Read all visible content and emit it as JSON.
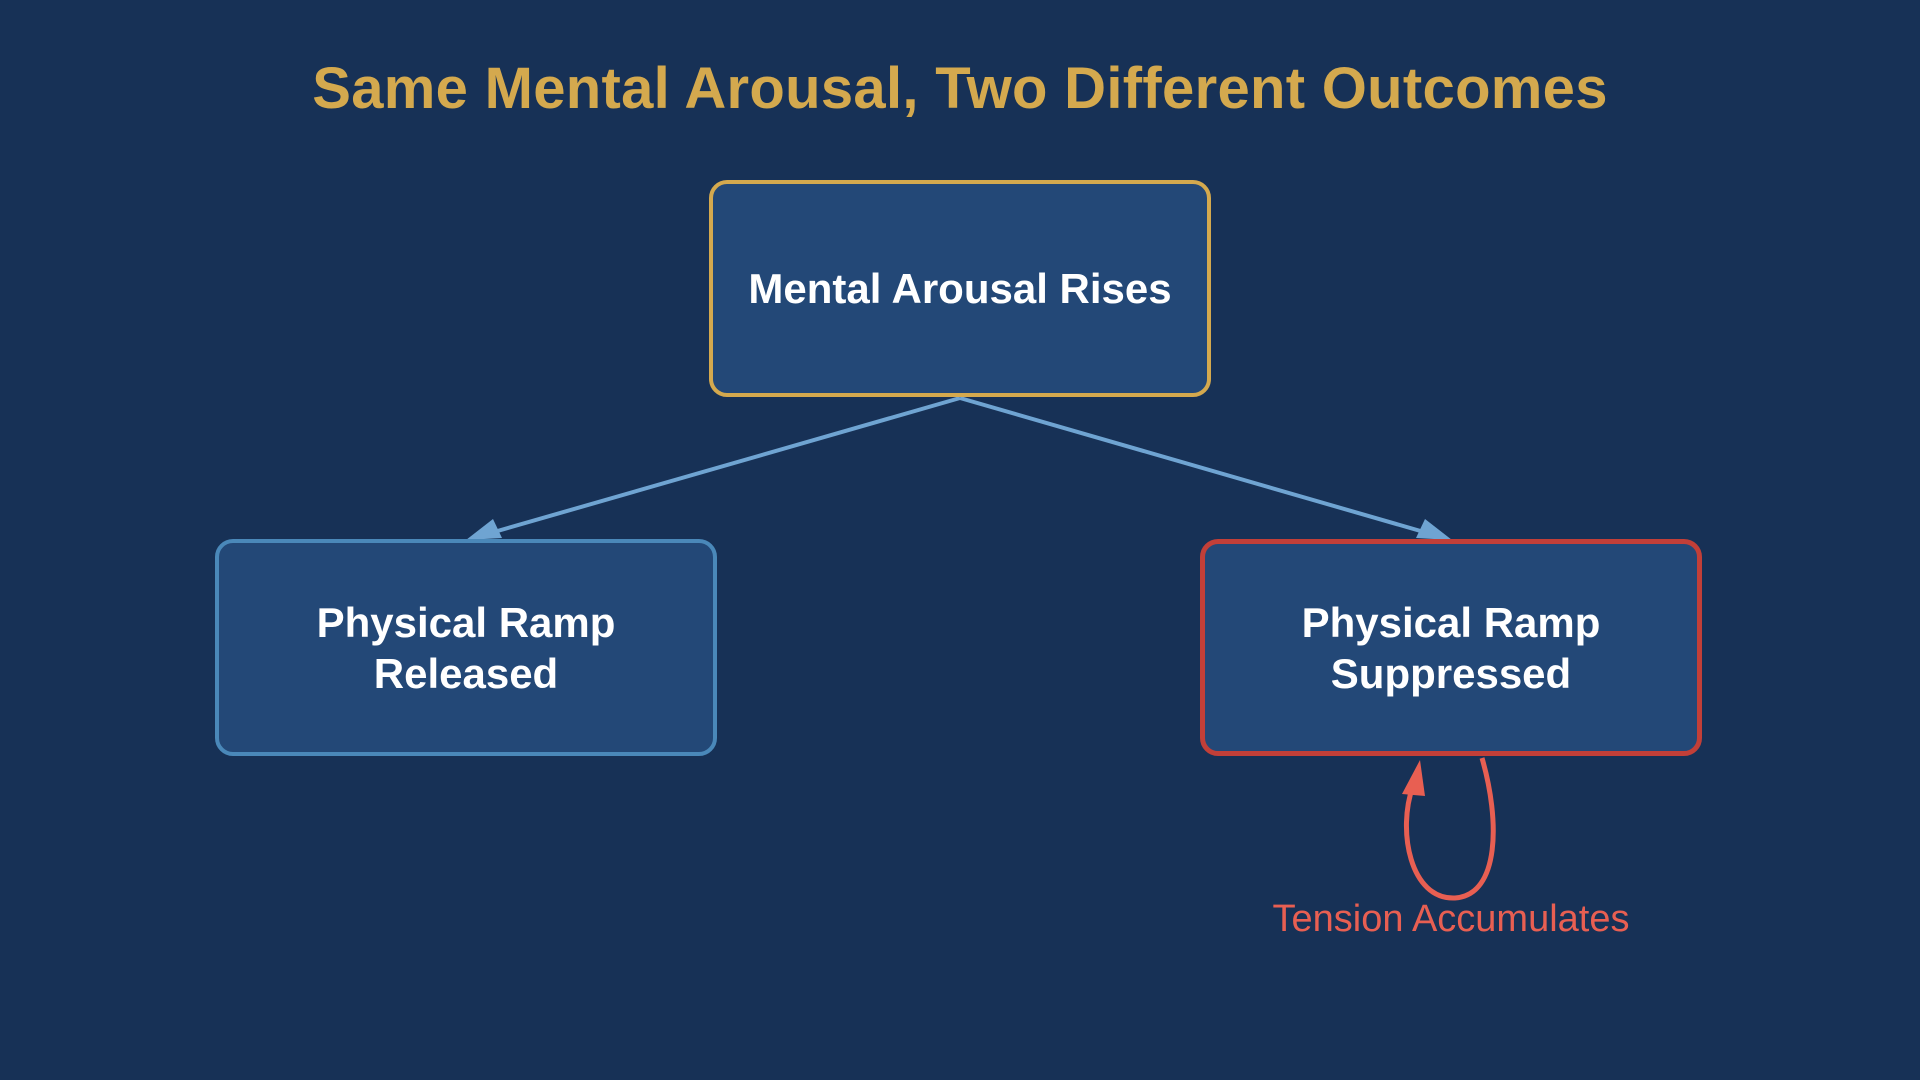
{
  "diagram": {
    "title": "Same Mental Arousal, Two Different Outcomes",
    "nodes": {
      "top": {
        "label": "Mental Arousal Rises",
        "border_color": "#d4a94e"
      },
      "left": {
        "label": "Physical Ramp Released",
        "border_color": "#4a88b9"
      },
      "right": {
        "label": "Physical Ramp Suppressed",
        "border_color": "#c23f38"
      }
    },
    "edges": [
      {
        "from": "top",
        "to": "left",
        "color": "#6fa4d2"
      },
      {
        "from": "top",
        "to": "right",
        "color": "#6fa4d2"
      }
    ],
    "self_loop": {
      "node": "right",
      "label": "Tension Accumulates",
      "color": "#e85f52"
    },
    "colors": {
      "background": "#173156",
      "node_fill": "#234877",
      "title": "#d4a94e",
      "text": "#ffffff"
    }
  }
}
